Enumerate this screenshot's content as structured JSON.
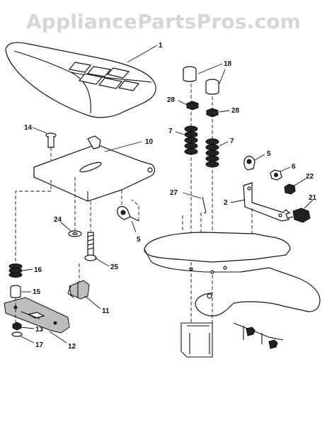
{
  "watermark": "AppliancePartsPros.com",
  "callouts": {
    "c1": "1",
    "c18": "18",
    "c28a": "28",
    "c28b": "28",
    "c7a": "7",
    "c7b": "7",
    "c14": "14",
    "c10": "10",
    "c5a": "5",
    "c6": "6",
    "c22": "22",
    "c21": "21",
    "c27": "27",
    "c2": "2",
    "c24": "24",
    "c5b": "5",
    "c25": "25",
    "c16": "16",
    "c15": "15",
    "c11": "11",
    "c13": "13",
    "c17": "17",
    "c12": "12"
  }
}
